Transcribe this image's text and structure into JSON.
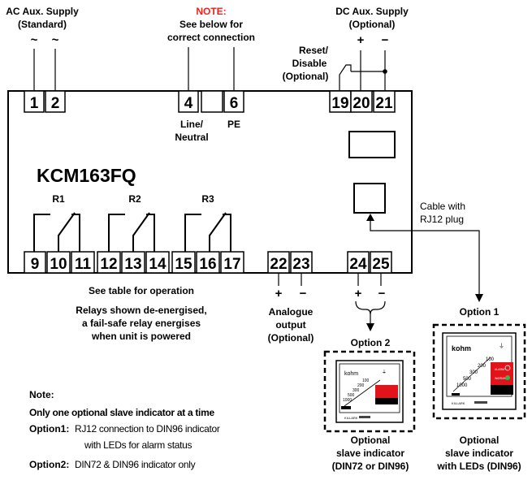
{
  "ac_supply": {
    "title": "AC Aux. Supply",
    "subtitle": "(Standard)",
    "symbol": "~"
  },
  "note_top": {
    "title": "NOTE:",
    "line1": "See below for",
    "line2": "correct connection",
    "title_color": "#e8251e"
  },
  "dc_supply": {
    "title": "DC Aux. Supply",
    "subtitle": "(Optional)",
    "plus": "+",
    "minus": "−"
  },
  "reset": {
    "line1": "Reset/",
    "line2": "Disable",
    "line3": "(Optional)"
  },
  "model": "KCM163FQ",
  "top_terminals": [
    {
      "num": "1"
    },
    {
      "num": "2"
    },
    {
      "num": "4"
    },
    {
      "num": "6"
    },
    {
      "num": "19"
    },
    {
      "num": "20"
    },
    {
      "num": "21"
    }
  ],
  "line_neutral": {
    "line1": "Line/",
    "line2": "Neutral"
  },
  "pe_label": "PE",
  "relays": [
    "R1",
    "R2",
    "R3"
  ],
  "bottom_terminals": [
    "9",
    "10",
    "11",
    "12",
    "13",
    "14",
    "15",
    "16",
    "17",
    "22",
    "23",
    "24",
    "25"
  ],
  "cable_label": {
    "line1": "Cable with",
    "line2": "RJ12 plug"
  },
  "analogue": {
    "plus": "+",
    "minus": "−",
    "line1": "Analogue",
    "line2": "output",
    "line3": "(Optional)"
  },
  "option2_signs": {
    "plus": "+",
    "minus": "−"
  },
  "operation_notes": {
    "table": "See table for operation",
    "line1": "Relays shown de-energised,",
    "line2": "a fail-safe relay energises",
    "line3": "when unit is powered"
  },
  "option1_label": "Option 1",
  "option2_label": "Option 2",
  "bottom_note": {
    "title": "Note:",
    "line1": "Only one optional slave indicator at a time",
    "opt1_key": "Option1:",
    "opt1_text": "RJ12 connection to DIN96 indicator",
    "opt1_text2": "with LEDs for alarm status",
    "opt2_key": "Option2:",
    "opt2_text": "DIN72 & DIN96 indicator only"
  },
  "slave2_caption": {
    "line1": "Optional",
    "line2": "slave indicator",
    "line3": "(DIN72 or DIN96)"
  },
  "slave1_caption": {
    "line1": "Optional",
    "line2": "slave indicator",
    "line3": "with LEDs (DIN96)"
  },
  "meter2": {
    "unit": "kohm",
    "scale": [
      "100",
      "200",
      "300",
      "500",
      "1000"
    ],
    "footer": "KILLARK"
  },
  "meter1": {
    "unit": "kohm",
    "scale": [
      "100",
      "200",
      "300",
      "500",
      "1000"
    ],
    "alarm": "ALARM",
    "warning": "WARNING",
    "footer": "KILLARK"
  },
  "colors": {
    "note_red": "#e8251e",
    "meter_red": "#e0141a",
    "led_green": "#39b54a"
  }
}
